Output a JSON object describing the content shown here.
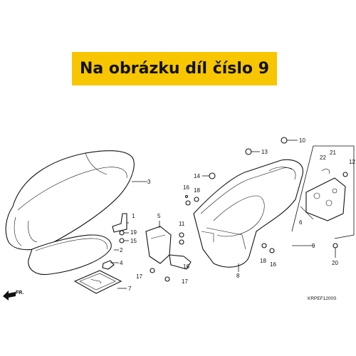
{
  "banner": {
    "text": "Na obrázku díl číslo 9",
    "color": "#f7c600"
  },
  "diagram": {
    "code": "KRPEF1200S",
    "front_label": "FR.",
    "callouts": [
      "1",
      "2",
      "3",
      "4",
      "5",
      "6",
      "7",
      "8",
      "9",
      "10",
      "11",
      "12",
      "13",
      "14",
      "15",
      "16",
      "16",
      "16",
      "17",
      "17",
      "18",
      "18",
      "19",
      "20",
      "21",
      "22"
    ]
  }
}
